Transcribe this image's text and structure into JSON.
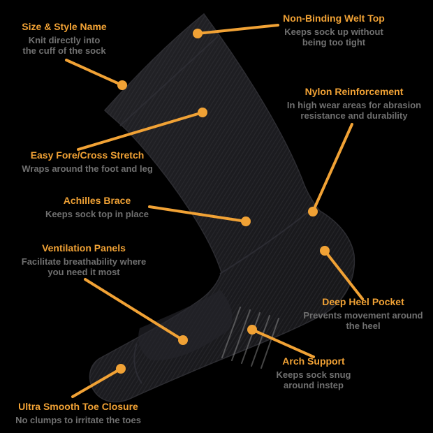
{
  "colors": {
    "background": "#000000",
    "accent": "#F1A235",
    "label_gray": "#707070",
    "sock": "#1B1B1F"
  },
  "illustration": {
    "name": "black-crew-sock-side-profile"
  },
  "features": [
    {
      "id": "size-style-name",
      "title": "Size & Style Name",
      "lines": [
        "Knit directly into",
        "the cuff of the sock"
      ]
    },
    {
      "id": "non-binding-welt-top",
      "title": "Non-Binding Welt Top",
      "lines": [
        "Keeps sock up without",
        "being too tight"
      ]
    },
    {
      "id": "nylon-reinforcement",
      "title": "Nylon Reinforcement",
      "lines": [
        "In high wear areas for abrasion",
        "resistance and durability"
      ]
    },
    {
      "id": "easy-fore-cross-stretch",
      "title": "Easy Fore/Cross Stretch",
      "lines": [
        "Wraps around the foot and leg",
        ""
      ]
    },
    {
      "id": "achilles-brace",
      "title": "Achilles Brace",
      "lines": [
        "Keeps sock top in place",
        ""
      ]
    },
    {
      "id": "ventilation-panels",
      "title": "Ventilation Panels",
      "lines": [
        "Facilitate breathability where",
        "you need it most"
      ]
    },
    {
      "id": "deep-heel-pocket",
      "title": "Deep Heel Pocket",
      "lines": [
        "Prevents movement around",
        "the heel"
      ]
    },
    {
      "id": "arch-support",
      "title": "Arch Support",
      "lines": [
        "Keeps sock snug",
        "around instep"
      ]
    },
    {
      "id": "ultra-smooth-toe-closure",
      "title": "Ultra Smooth Toe Closure",
      "lines": [
        "No clumps to irritate the toes",
        ""
      ]
    }
  ]
}
